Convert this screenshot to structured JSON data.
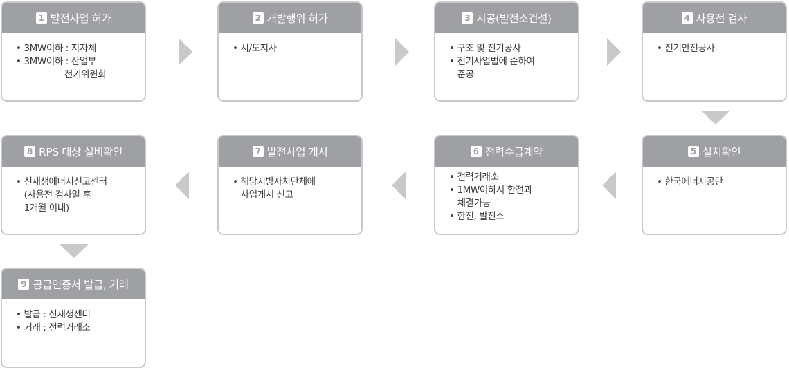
{
  "steps": [
    {
      "num": "1",
      "title": "발전사업 허가",
      "items": [
        "• 3MW이하 : 지자체",
        "• 3MW이하 : 산업부",
        "                  전기위원회"
      ]
    },
    {
      "num": "2",
      "title": "개발행위 허가",
      "items": [
        "• 시/도지사"
      ]
    },
    {
      "num": "3",
      "title": "시공(발전소건설)",
      "items": [
        "• 구조 및 전기공사",
        "• 전기사업법에 준하여",
        "   준공"
      ]
    },
    {
      "num": "4",
      "title": "사용전 검사",
      "items": [
        "• 전기안전공사"
      ]
    },
    {
      "num": "5",
      "title": "설치확인",
      "items": [
        "• 한국에너지공단"
      ]
    },
    {
      "num": "6",
      "title": "전력수급계약",
      "items": [
        "• 전력거래소",
        "• 1MW이하시 한전과",
        "   체결가능",
        "• 한전, 발전소"
      ]
    },
    {
      "num": "7",
      "title": "발전사업 개시",
      "items": [
        "• 해당지방자치단체에",
        "   사업개시 신고"
      ]
    },
    {
      "num": "8",
      "title": "RPS 대상 설비확인",
      "items": [
        "• 신재생에너지신고센터",
        "   (사용전 검사일 후",
        "   1개월 이내)"
      ]
    },
    {
      "num": "9",
      "title": "공급인증서 발급, 거래",
      "items": [
        "• 발급 : 신재생센터",
        "• 거래 : 전력거래소"
      ]
    }
  ]
}
